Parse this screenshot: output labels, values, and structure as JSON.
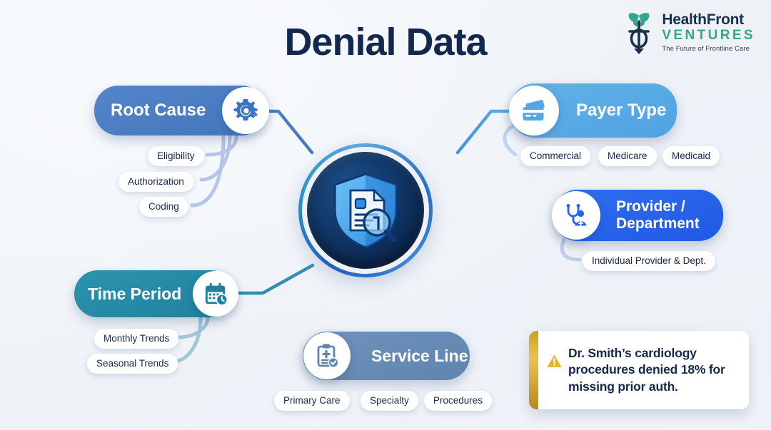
{
  "page": {
    "title": "Denial Data",
    "background_color": "#eef2f7"
  },
  "logo": {
    "mark": "caduceus-leaf-icon",
    "line1": "HealthFront",
    "line2": "VENTURES",
    "tagline": "The Future of Frontline Care",
    "navy": "#16304f",
    "green": "#35a68a"
  },
  "hub": {
    "icon": "shield-document-magnifier-icon",
    "core_color": "#0c2750",
    "ring_color": "#2f7ccb"
  },
  "nodes": [
    {
      "id": "root-cause",
      "label": "Root Cause",
      "icon": "gear-wrench-icon",
      "color": "#4a7cc4",
      "children": [
        {
          "label": "Eligibility"
        },
        {
          "label": "Authorization"
        },
        {
          "label": "Coding"
        }
      ]
    },
    {
      "id": "payer-type",
      "label": "Payer Type",
      "icon": "credit-card-icon",
      "color": "#56a8e4",
      "children": [
        {
          "label": "Commercial"
        },
        {
          "label": "Medicare"
        },
        {
          "label": "Medicaid"
        }
      ]
    },
    {
      "id": "provider-department",
      "label": "Provider /\nDepartment",
      "icon": "stethoscope-person-icon",
      "color": "#2563eb",
      "children": [
        {
          "label": "Individual Provider & Dept."
        }
      ]
    },
    {
      "id": "time-period",
      "label": "Time Period",
      "icon": "calendar-clock-icon",
      "color": "#2389a8",
      "children": [
        {
          "label": "Monthly Trends"
        },
        {
          "label": "Seasonal Trends"
        }
      ]
    },
    {
      "id": "service-line",
      "label": "Service Line",
      "icon": "clipboard-check-icon",
      "color": "#6488b2",
      "children": [
        {
          "label": "Primary Care"
        },
        {
          "label": "Specialty"
        },
        {
          "label": "Procedures"
        }
      ]
    }
  ],
  "alert": {
    "icon": "warning-triangle-icon",
    "accent_color": "#d4a62a",
    "text": "Dr. Smith’s cardiology procedures denied 18% for missing prior auth."
  }
}
